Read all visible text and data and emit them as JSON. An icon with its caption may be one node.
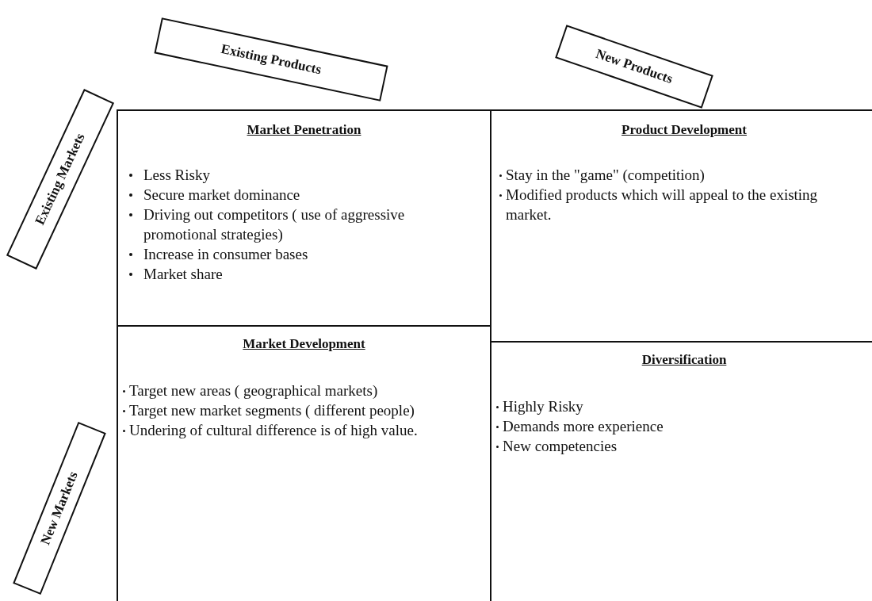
{
  "diagram": {
    "nodes": [
      {
        "text": [
          "Existing Products"
        ]
      },
      {
        "text": [
          "New Products"
        ]
      },
      {
        "text": [
          "Existing Markets"
        ]
      },
      {
        "text": [
          "Market Penetration",
          "Less Risky",
          "Secure market dominance",
          "Driving out competitors ( use of aggressive promotional strategies)",
          "Increase in consumer bases",
          "Market share"
        ]
      },
      {
        "text": [
          "Product Development",
          "Stay in the \"game\" (competition)",
          "Modified products which will appeal to the existing market."
        ]
      },
      {
        "text": [
          "New Markets"
        ]
      },
      {
        "text": [
          "Market Development",
          "Target new areas ( geographical markets)",
          "Target new market segments ( different people)",
          "Undering of cultural difference is of high value."
        ]
      },
      {
        "text": [
          "Diversification",
          "Highly Risky",
          "Demands more experience",
          "New competencies"
        ]
      }
    ]
  }
}
